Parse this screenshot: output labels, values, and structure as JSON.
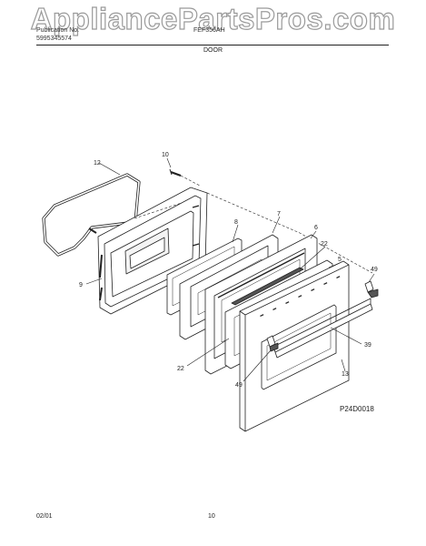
{
  "watermark": "AppliancePartsPros.com",
  "header": {
    "publication_label": "Publication No.",
    "publication_number": "5995345574",
    "model": "FEF356AH",
    "section_title": "DOOR"
  },
  "diagram": {
    "callouts": [
      "12",
      "10",
      "8",
      "7",
      "6",
      "22",
      "5",
      "49",
      "9",
      "22",
      "49",
      "39",
      "13"
    ],
    "drawing_code": "P24D0018"
  },
  "footer": {
    "date": "02/01",
    "page": "10"
  }
}
